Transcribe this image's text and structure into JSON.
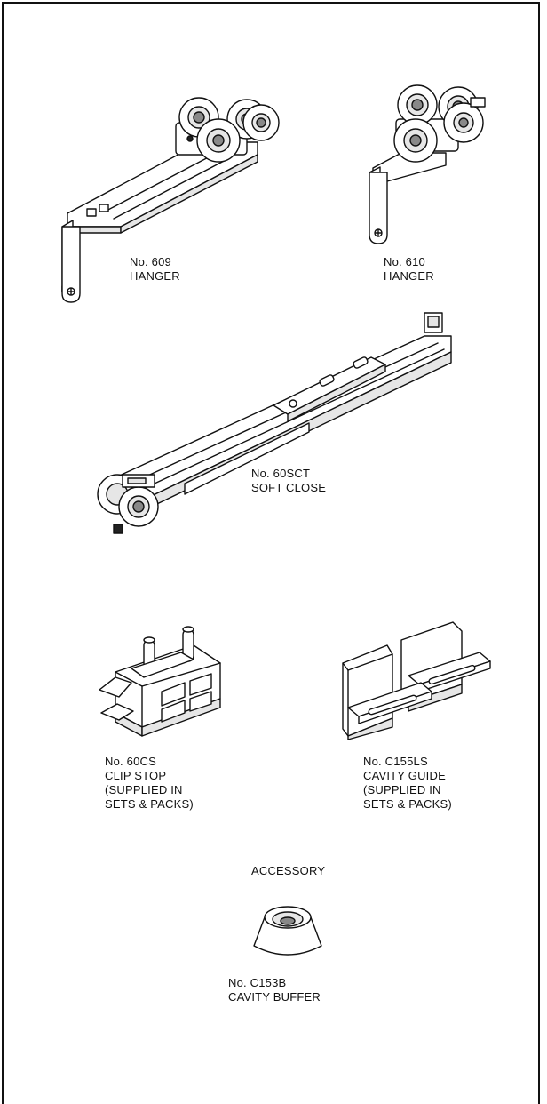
{
  "parts": {
    "hanger_609": {
      "number": "No. 609",
      "name": "HANGER"
    },
    "hanger_610": {
      "number": "No. 610",
      "name": "HANGER"
    },
    "soft_close": {
      "number": "No. 60SCT",
      "name": "SOFT CLOSE"
    },
    "clip_stop": {
      "number": "No. 60CS",
      "name": "CLIP STOP",
      "note_1": "(SUPPLIED IN",
      "note_2": "SETS & PACKS)"
    },
    "cavity_guide": {
      "number": "No. C155LS",
      "name": "CAVITY GUIDE",
      "note_1": "(SUPPLIED IN",
      "note_2": "SETS & PACKS)"
    },
    "accessory_heading": "ACCESSORY",
    "cavity_buffer": {
      "number": "No. C153B",
      "name": "CAVITY BUFFER"
    }
  },
  "icons": {
    "hanger_609": "hanger-609-icon",
    "hanger_610": "hanger-610-icon",
    "soft_close": "soft-close-icon",
    "clip_stop": "clip-stop-icon",
    "cavity_guide": "cavity-guide-icon",
    "cavity_buffer": "cavity-buffer-icon"
  }
}
